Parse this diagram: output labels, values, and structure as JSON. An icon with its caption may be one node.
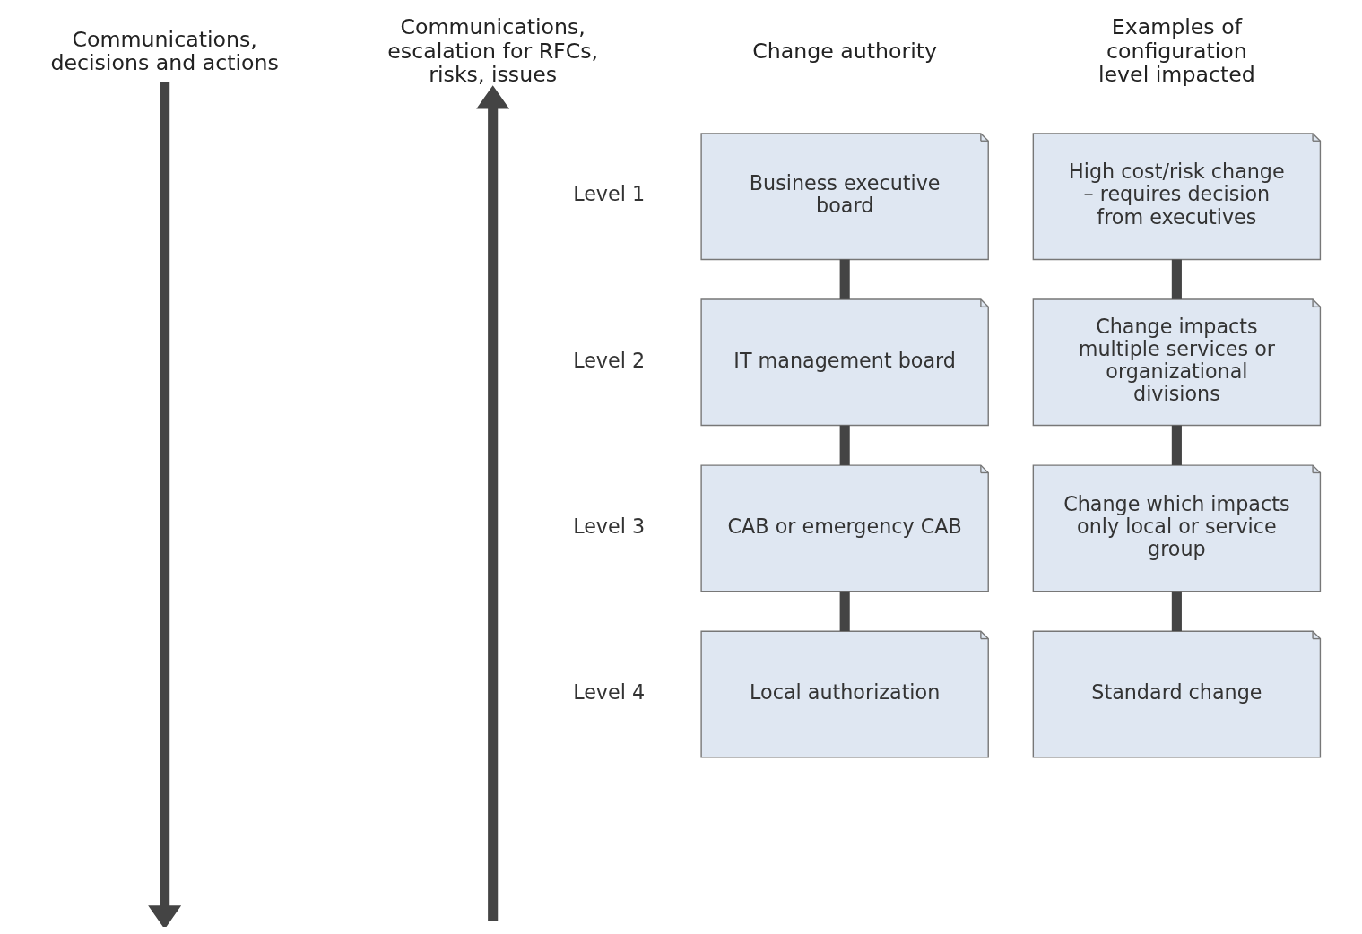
{
  "diagram": {
    "nodes": [
      {
        "text": [
          "Communications, decisions and actions"
        ]
      },
      {
        "text": [
          "Communications, escalation for RFCs, risks, issues"
        ]
      },
      {
        "text": [
          "Business executive board"
        ],
        "beside": [
          "Level 1"
        ]
      },
      {
        "text": [
          "High cost/risk change – requires decision from executives"
        ]
      },
      {
        "text": [
          "IT management board"
        ],
        "beside": [
          "Level 2"
        ]
      },
      {
        "text": [
          "Change impacts multiple services or organizational divisions"
        ]
      },
      {
        "text": [
          "CAB or emergency CAB"
        ],
        "beside": [
          "Level 3"
        ]
      },
      {
        "text": [
          "Change which impacts only local or service group"
        ]
      },
      {
        "text": [
          "Local authorization"
        ],
        "beside": [
          "Level 4"
        ]
      },
      {
        "text": [
          "Standard change"
        ]
      }
    ],
    "edges": [
      {
        "from": 0,
        "to": null,
        "arrow": "to"
      },
      {
        "from": null,
        "to": 1,
        "arrow": "to"
      },
      {
        "from": 2,
        "to": 4,
        "arrow": "none"
      },
      {
        "from": 4,
        "to": 6,
        "arrow": "none"
      },
      {
        "from": 6,
        "to": 8,
        "arrow": "none"
      },
      {
        "from": 3,
        "to": 5,
        "arrow": "none"
      },
      {
        "from": 5,
        "to": 7,
        "arrow": "none"
      },
      {
        "from": 7,
        "to": 9,
        "arrow": "none"
      }
    ],
    "labels": [
      "Change authority",
      "Examples of configuration level impacted"
    ]
  }
}
